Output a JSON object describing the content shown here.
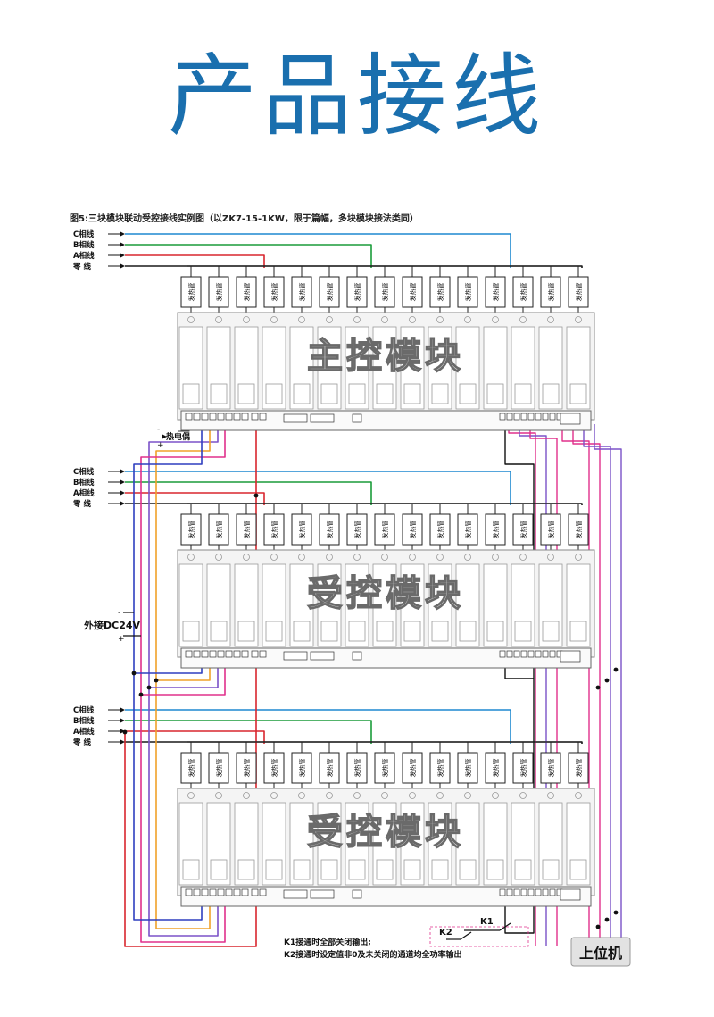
{
  "page": {
    "title": "产品接线",
    "figure_caption": "图5:三块模块联动受控接线实例图（以ZK7-15-1KW，限于篇幅，多块模块接法类同）"
  },
  "phase_labels": {
    "c": "C相线",
    "b": "B相线",
    "a": "A相线",
    "n": "零  线"
  },
  "heater_label": "发热管",
  "modules": [
    {
      "name": "主控模块"
    },
    {
      "name": "受控模块"
    },
    {
      "name": "受控模块"
    }
  ],
  "thermocouple": {
    "label": "热电偶",
    "minus": "-",
    "plus": "+"
  },
  "dc24": {
    "label": "外接DC24V",
    "minus": "-",
    "plus": "+"
  },
  "switches": {
    "k1": "K1",
    "k2": "K2"
  },
  "notes": {
    "k1": "K1接通时全部关闭输出;",
    "k2": "K2接通时设定值非0及未关闭的通道均全功率输出"
  },
  "host_computer": "上位机",
  "colors": {
    "title": "#1a6fae",
    "c_phase": "#1e88d0",
    "b_phase": "#1a9c3a",
    "a_phase": "#d8262e",
    "neutral": "#1a1a1a",
    "purple": "#7b52c8",
    "orange": "#f0a22a",
    "magenta": "#e0308c",
    "blue": "#2f3fbf"
  }
}
